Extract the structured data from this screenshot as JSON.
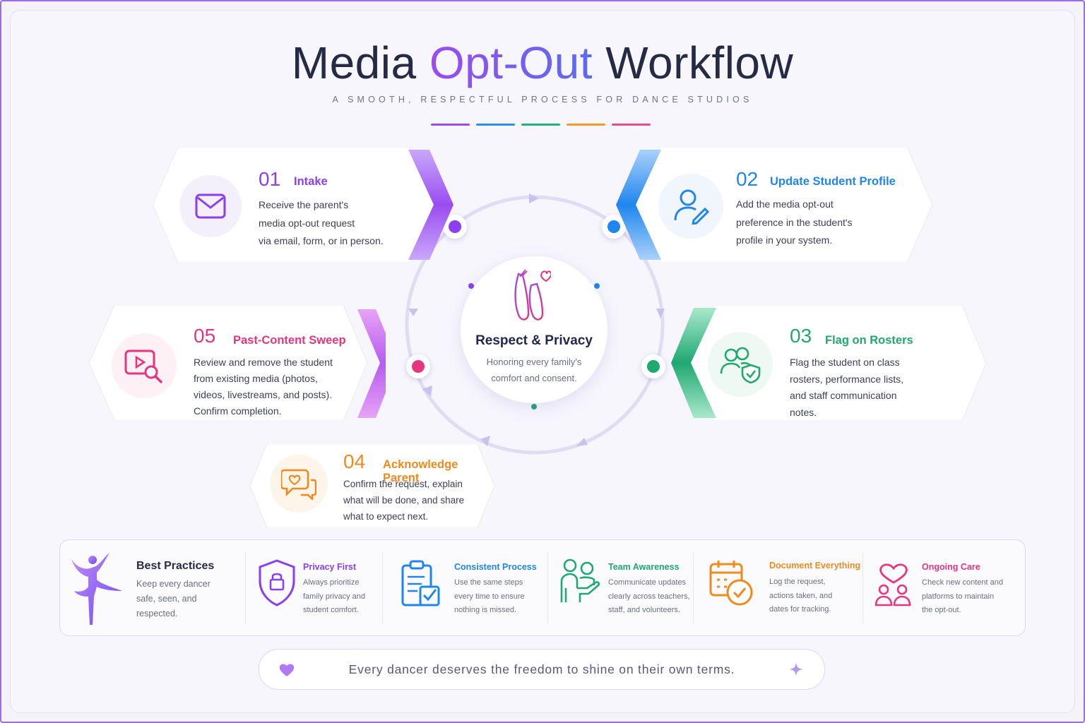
{
  "header": {
    "title_part1": "Media",
    "title_accent": "Opt-Out",
    "title_part2": "Workflow",
    "subtitle": "A SMOOTH, RESPECTFUL PROCESS FOR DANCE STUDIOS",
    "dash_colors": [
      "#9b4cf0",
      "#2b8ff0",
      "#22b37a",
      "#f39a2b",
      "#ec4a8e"
    ]
  },
  "center": {
    "title": "Respect & Privacy",
    "line1": "Honoring every family's",
    "line2": "comfort and consent.",
    "icon": "ballet-shoes-heart-icon"
  },
  "steps": [
    {
      "num": "01",
      "title": "Intake",
      "lines": [
        "Receive the parent's",
        "media opt-out request",
        "via email, form, or in person."
      ],
      "color": "#8a3ff0",
      "icon": "envelope-icon"
    },
    {
      "num": "02",
      "title": "Update Student Profile",
      "lines": [
        "Add the media opt-out",
        "preference in the student's",
        "profile in your system."
      ],
      "color": "#1f86ee",
      "icon": "user-edit-icon"
    },
    {
      "num": "03",
      "title": "Flag on Rosters",
      "lines": [
        "Flag the student on class",
        "rosters, performance lists,",
        "and staff communication",
        "notes."
      ],
      "color": "#1fa870",
      "icon": "users-shield-icon"
    },
    {
      "num": "04",
      "title": "Acknowledge Parent",
      "lines": [
        "Confirm the request, explain",
        "what will be done, and share",
        "what to expect next."
      ],
      "color": "#f08a1c",
      "icon": "chat-heart-icon"
    },
    {
      "num": "05",
      "title": "Past-Content Sweep",
      "lines": [
        "Review and remove the student",
        "from existing media (photos,",
        "videos, livestreams, and posts).",
        "Confirm completion."
      ],
      "color": "#e7357f",
      "icon": "video-search-icon"
    }
  ],
  "best_practices": {
    "title": "Best Practices",
    "lines": [
      "Keep every dancer",
      "safe, seen, and",
      "respected."
    ],
    "icon": "ballerina-icon",
    "items": [
      {
        "title": "Privacy First",
        "lines": [
          "Always prioritize",
          "family privacy and",
          "student comfort."
        ],
        "color": "#8a3ff0",
        "icon": "shield-lock-icon"
      },
      {
        "title": "Consistent Process",
        "lines": [
          "Use the same steps",
          "every time to ensure",
          "nothing is missed."
        ],
        "color": "#1f86ee",
        "icon": "clipboard-check-icon"
      },
      {
        "title": "Team Awareness",
        "lines": [
          "Communicate updates",
          "clearly across teachers,",
          "staff, and volunteers."
        ],
        "color": "#1fa870",
        "icon": "team-icon"
      },
      {
        "title": "Document Everything",
        "lines": [
          "Log the request,",
          "actions taken, and",
          "dates for tracking."
        ],
        "color": "#f08a1c",
        "icon": "calendar-check-icon"
      },
      {
        "title": "Ongoing Care",
        "lines": [
          "Check new content and",
          "platforms to maintain",
          "the opt-out."
        ],
        "color": "#e7357f",
        "icon": "heart-people-icon"
      }
    ]
  },
  "footer": {
    "text": "Every dancer deserves the freedom to shine on their own terms.",
    "left_icon": "heart-icon",
    "right_icon": "sparkle-icon"
  }
}
